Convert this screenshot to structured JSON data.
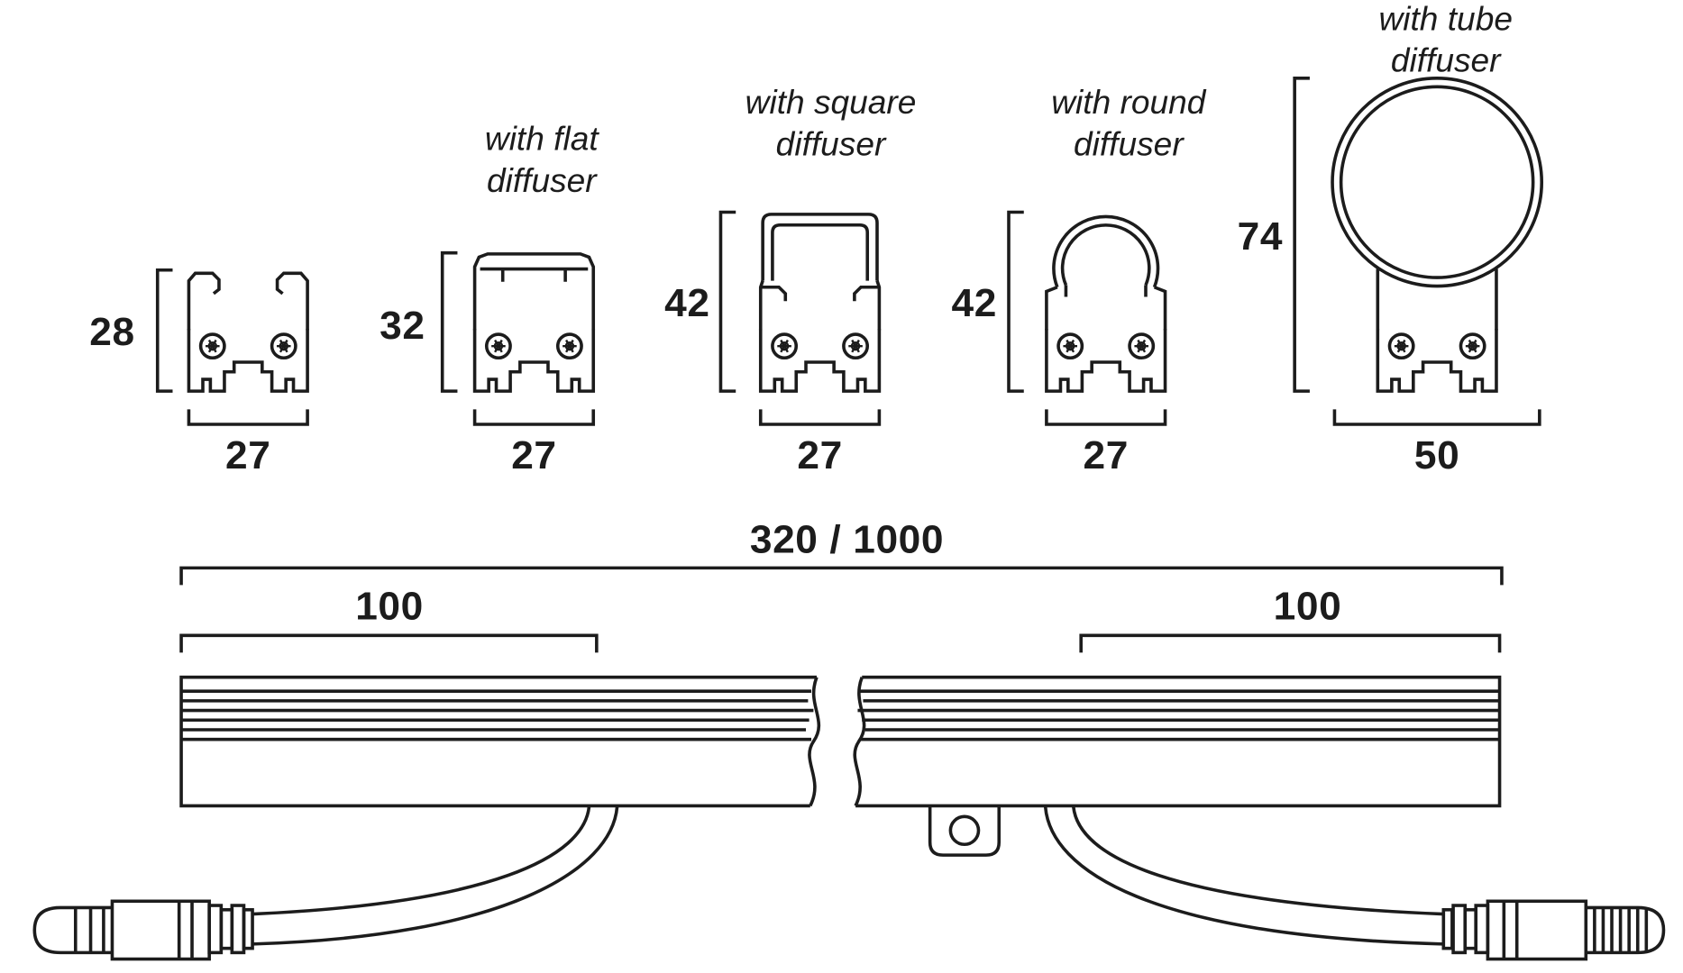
{
  "page": {
    "background_color": "#ffffff",
    "line_color": "#1c1c1c"
  },
  "profiles": [
    {
      "id": "profile-bare",
      "height": "28",
      "width": "27"
    },
    {
      "id": "profile-flat-diffuser",
      "caption_line1": "with flat",
      "caption_line2": "diffuser",
      "height": "32",
      "width": "27"
    },
    {
      "id": "profile-square-diffuser",
      "caption_line1": "with square",
      "caption_line2": "diffuser",
      "height": "42",
      "width": "27"
    },
    {
      "id": "profile-round-diffuser",
      "caption_line1": "with round",
      "caption_line2": "diffuser",
      "height": "42",
      "width": "27"
    },
    {
      "id": "profile-tube-diffuser",
      "caption_line1": "with tube",
      "caption_line2": "diffuser",
      "height": "74",
      "width": "50"
    }
  ],
  "side_view": {
    "overall_length": "320 / 1000",
    "left_end_length": "100",
    "right_end_length": "100"
  }
}
